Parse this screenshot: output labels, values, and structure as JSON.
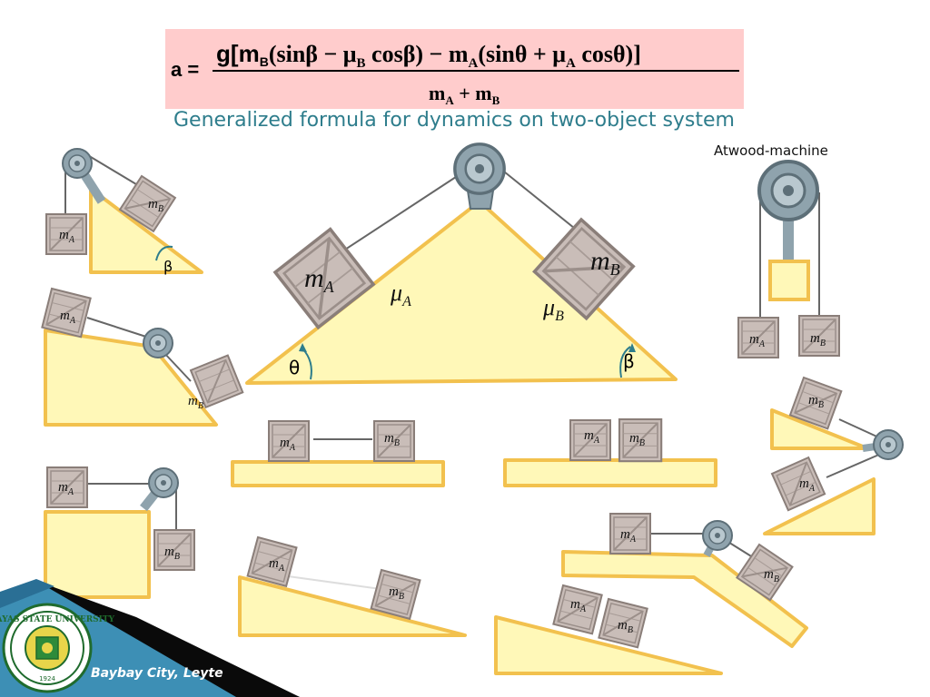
{
  "formula": {
    "lhs": "a =",
    "numerator": {
      "g": "g",
      "mB": "m",
      "mB_sub": "B",
      "term1": "(sinβ − μ",
      "muB_sub": "B",
      "term1b": " cosβ) − m",
      "mA_sub": "A",
      "term2": "(sinθ + μ",
      "muA_sub": "A",
      "term2b": " cosθ)]"
    },
    "denominator": {
      "m1": "m",
      "m1_sub": "A",
      "plus": " + m",
      "m2_sub": "B"
    }
  },
  "subtitle": "Generalized  formula for dynamics on two-object system",
  "atwood_label": "Atwood-machine",
  "labels": {
    "mA": "m",
    "mB": "m",
    "A": "A",
    "B": "B",
    "muA": "μ",
    "muB": "μ",
    "theta": "θ",
    "beta": "β"
  },
  "footer": {
    "location": "Baybay City, Leyte",
    "seal_text": "VISAYAS STATE UNIVERSITY",
    "seal_year": "1924"
  },
  "colors": {
    "formula_bg": "#ffcccc",
    "subtitle": "#2e7d8c",
    "ramp_fill": "#fff8b8",
    "ramp_stroke": "#f2c14e",
    "crate": "#c9bdb8",
    "pulley": "#8fa3ad",
    "footer_band": "#3d8fb5"
  }
}
